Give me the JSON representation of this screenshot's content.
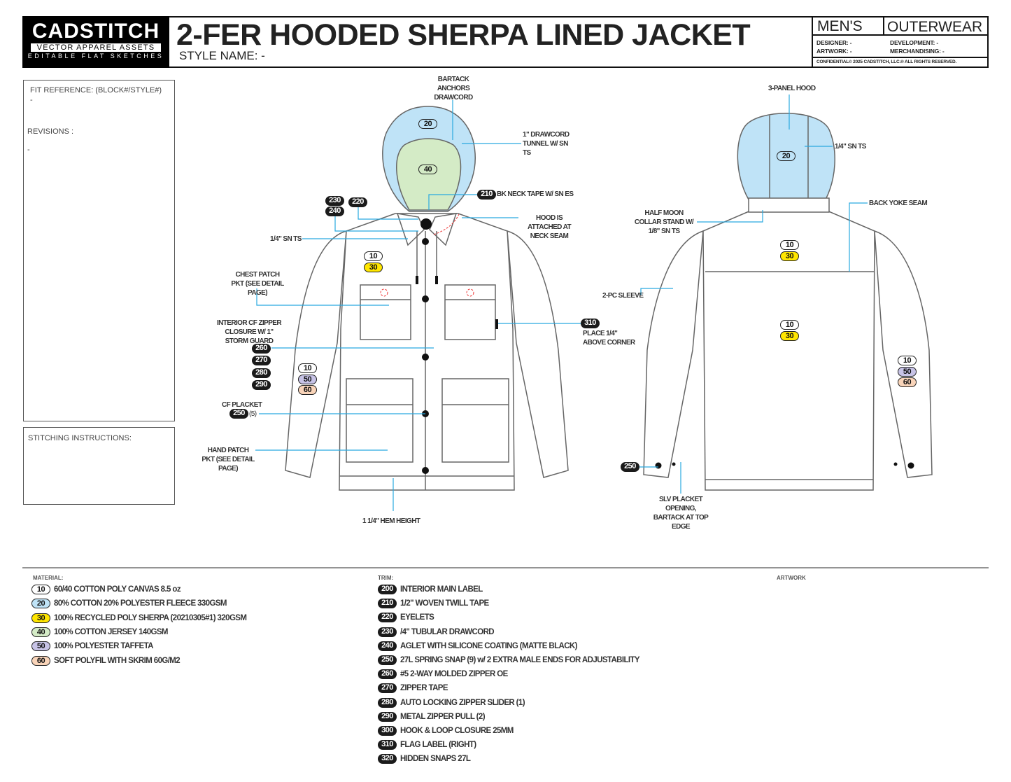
{
  "header": {
    "logo": {
      "name": "CADSTITCH",
      "tagline": "VECTOR APPAREL ASSETS",
      "subtitle": "EDITABLE FLAT SKETCHES"
    },
    "title": "2-FER HOODED SHERPA LINED JACKET",
    "style_name": "STYLE NAME: -",
    "gender": "MEN'S",
    "category": "OUTERWEAR",
    "designer": "DESIGNER: -",
    "artwork": "ARTWORK: -",
    "development": "DEVELOPMENT: -",
    "merchandising": "MERCHANDISING: -",
    "confidential": "CONFIDENTIAL© 2025 CADSTITCH, LLC.® ALL RIGHTS RESERVED."
  },
  "left_panel": {
    "fit_reference_label": "FIT REFERENCE: (BLOCK#/STYLE#)",
    "fit_reference_value": "-",
    "revisions_label": "REVISIONS :",
    "revisions_value": "-",
    "stitching_label": "STITCHING INSTRUCTIONS:"
  },
  "front_callouts": {
    "bartack": "BARTACK ANCHORS DRAWCORD",
    "drawcord_tunnel": "1\" DRAWCORD TUNNEL W/ SN TS",
    "bk_neck_tape": "BK NECK TAPE W/ SN ES",
    "hood_attached": "HOOD IS ATTACHED AT NECK SEAM",
    "sn_ts": "1/4\" SN TS",
    "chest_pkt": "CHEST PATCH PKT (SEE DETAIL PAGE)",
    "interior_cf": "INTERIOR CF ZIPPER CLOSURE W/ 1\" STORM GUARD",
    "cf_placket": "CF PLACKET",
    "cf_placket_qty": "(5)",
    "hand_pkt": "HAND PATCH PKT (SEE DETAIL PAGE)",
    "flag_label": "PLACE 1/4\" ABOVE CORNER",
    "hem": "1 1/4\" HEM HEIGHT"
  },
  "back_callouts": {
    "hood": "3-PANEL HOOD",
    "hood_sn": "1/4\" SN TS",
    "back_yoke": "BACK YOKE SEAM",
    "collar": "HALF MOON COLLAR STAND W/ 1/8\" SN TS",
    "sleeve": "2-PC SLEEVE",
    "slv_placket": "SLV PLACKET OPENING, BARTACK AT TOP EDGE"
  },
  "materials_label": "MATERIAL:",
  "materials": [
    {
      "code": "10",
      "text": "60/40 COTTON POLY CANVAS 8.5 oz",
      "color": "#ffffff"
    },
    {
      "code": "20",
      "text": "80% COTTON 20% POLYESTER FLEECE 330GSM",
      "color": "#bfe3f7"
    },
    {
      "code": "30",
      "text": "100% RECYCLED POLY SHERPA (20210305#1) 320GSM",
      "color": "#ffe600"
    },
    {
      "code": "40",
      "text": "100% COTTON JERSEY 140GSM",
      "color": "#d4ebc6"
    },
    {
      "code": "50",
      "text": "100% POLYESTER TAFFETA",
      "color": "#c7c3e6"
    },
    {
      "code": "60",
      "text": "SOFT POLYFIL WITH SKRIM 60G/M2",
      "color": "#f9d4b9"
    }
  ],
  "trim_label": "TRIM:",
  "trims": [
    {
      "code": "200",
      "text": "INTERIOR MAIN LABEL"
    },
    {
      "code": "210",
      "text": "1/2\"  WOVEN TWILL TAPE"
    },
    {
      "code": "220",
      "text": "EYELETS"
    },
    {
      "code": "230",
      "text": "/4\" TUBULAR DRAWCORD"
    },
    {
      "code": "240",
      "text": "AGLET WITH SILICONE COATING (MATTE BLACK)"
    },
    {
      "code": "250",
      "text": "27L SPRING SNAP (9) w/ 2 EXTRA MALE ENDS FOR ADJUSTABILITY"
    },
    {
      "code": "260",
      "text": "#5 2-WAY MOLDED ZIPPER OE"
    },
    {
      "code": "270",
      "text": "ZIPPER TAPE"
    },
    {
      "code": "280",
      "text": "AUTO LOCKING ZIPPER SLIDER (1)"
    },
    {
      "code": "290",
      "text": "METAL ZIPPER PULL (2)"
    },
    {
      "code": "300",
      "text": "HOOK & LOOP CLOSURE 25MM"
    },
    {
      "code": "310",
      "text": "FLAG LABEL (RIGHT)"
    },
    {
      "code": "320",
      "text": "HIDDEN SNAPS 27L"
    }
  ],
  "artwork_label": "ARTWORK",
  "badge_codes": {
    "b10": "10",
    "b20": "20",
    "b30": "30",
    "b40": "40",
    "b50": "50",
    "b60": "60",
    "b210": "210",
    "b220": "220",
    "b230": "230",
    "b240": "240",
    "b250": "250",
    "b260": "260",
    "b270": "270",
    "b280": "280",
    "b290": "290",
    "b310": "310"
  }
}
